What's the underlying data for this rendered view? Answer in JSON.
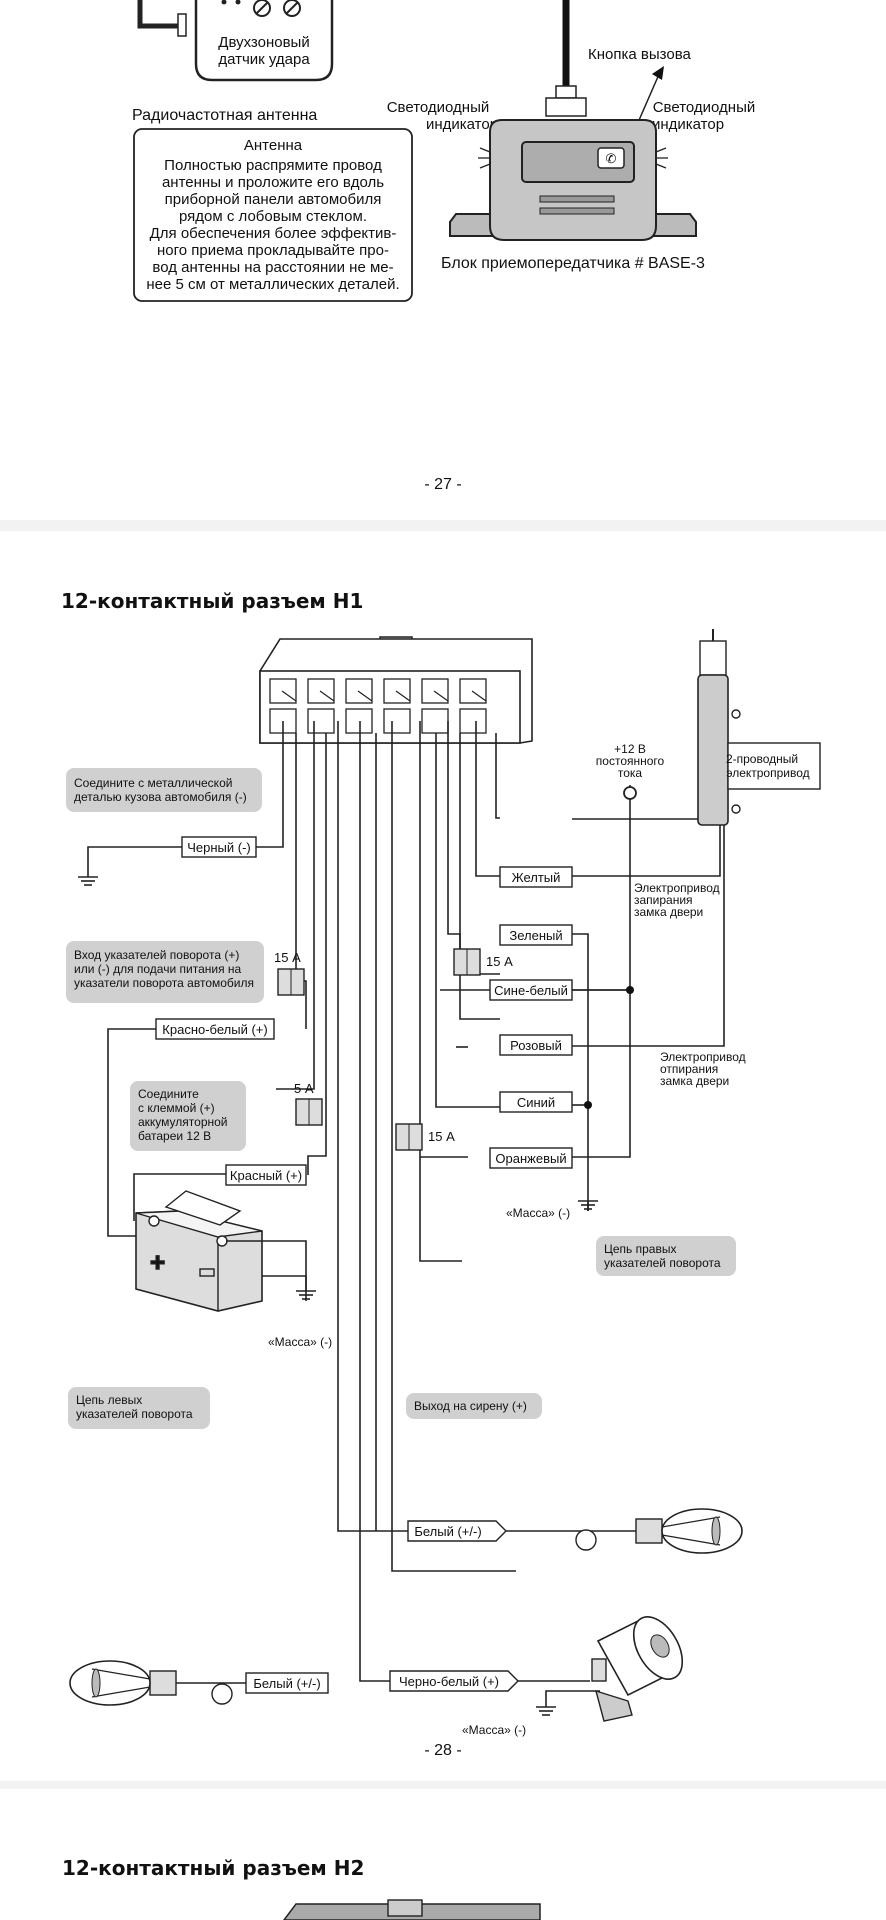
{
  "page1": {
    "shock_sensor": {
      "line1": "Двухзоновый",
      "line2": "датчик удара"
    },
    "antenna_title": "Радиочастотная антенна",
    "antenna_box": {
      "heading": "Антенна",
      "lines": [
        "Полностью распрямите провод",
        "антенны и проложите его вдоль",
        "приборной панели автомобиля",
        "рядом с лобовым стеклом.",
        "Для обеспечения более эффектив-",
        "ного приема прокладывайте про-",
        "вод антенны на расстоянии не ме-",
        "нее 5 см от металлических деталей."
      ]
    },
    "call_button": "Кнопка вызова",
    "led_left": {
      "line1": "Светодиодный",
      "line2": "индикатор"
    },
    "led_right": {
      "line1": "Светодиодный",
      "line2": "индикатор"
    },
    "transceiver_label": "Блок приемопередатчика # BASE-3",
    "page_number": "- 27 -"
  },
  "page2": {
    "title": "12-контактный разъем H1",
    "notes": {
      "ground_chassis": [
        "Соедините с металлической",
        "деталью кузова автомобиля (-)"
      ],
      "turn_input": [
        "Вход указателей поворота (+)",
        "или (-) для подачи питания на",
        "указатели поворота автомобиля"
      ],
      "battery_note": [
        "Соедините",
        "с клеммой (+)",
        "аккумуляторной",
        "батареи 12 В"
      ],
      "right_turn": [
        "Цепь правых",
        "указателей поворота"
      ],
      "siren_out": [
        "Выход на сирену (+)"
      ],
      "left_turn": [
        "Цепь левых",
        "указателей поворота"
      ]
    },
    "wires": {
      "black": "Черный (-)",
      "red_white": "Красно-белый (+)",
      "red": "Красный (+)",
      "yellow": "Желтый",
      "green": "Зеленый",
      "blue_white": "Сине-белый",
      "pink": "Розовый",
      "blue": "Синий",
      "orange": "Оранжевый",
      "white_right": "Белый (+/-)",
      "black_white": "Черно-белый (+)",
      "white_left": "Белый (+/-)"
    },
    "fuses": {
      "f1": "15 А",
      "f2": "5 А",
      "f3": "15 А",
      "f4": "15 А"
    },
    "plus12": [
      "+12 В",
      "постоянного",
      "тока"
    ],
    "actuator": [
      "2-проводный",
      "электропривод"
    ],
    "lock_drive": [
      "Электропривод",
      "запирания",
      "замка двери"
    ],
    "unlock_drive": [
      "Электропривод",
      "отпирания",
      "замка двери"
    ],
    "ground_labels": {
      "g1": "«Масса» (-)",
      "g2": "«Масса» (-)",
      "g3": "«Масса» (-)"
    },
    "page_number": "- 28 -"
  },
  "page3": {
    "title": "12-контактный разъем H2"
  }
}
